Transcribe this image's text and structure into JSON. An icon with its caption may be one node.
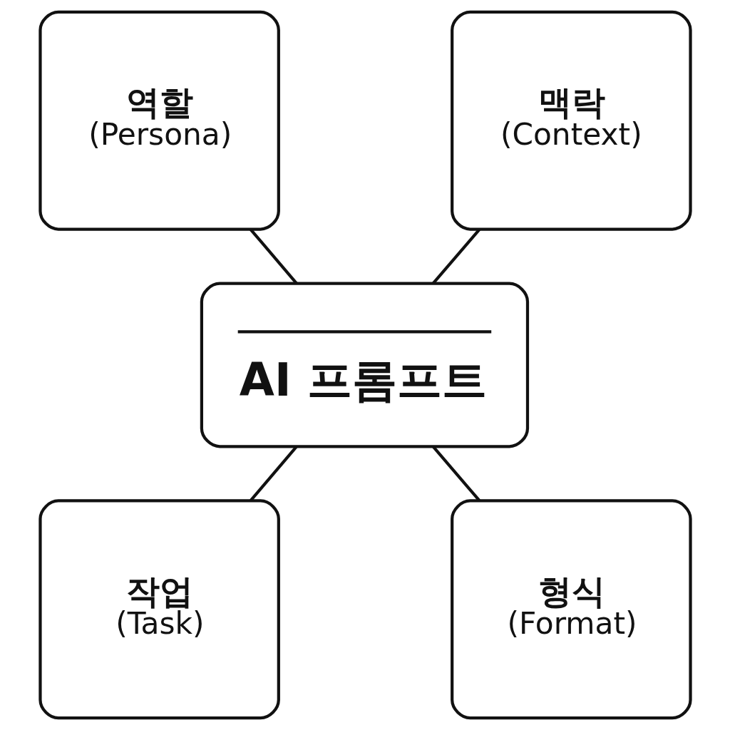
{
  "diagram": {
    "nodes": [
      {
        "text": [
          "역할",
          "(Persona)"
        ]
      },
      {
        "text": [
          "맥락",
          "(Context)"
        ]
      },
      {
        "text": [
          "AI 프롬프트"
        ]
      },
      {
        "text": [
          "작업",
          "(Task)"
        ]
      },
      {
        "text": [
          "형식",
          "(Format)"
        ]
      }
    ],
    "edges": [
      {
        "from": 0,
        "to": 2,
        "arrow": "none"
      },
      {
        "from": 1,
        "to": 2,
        "arrow": "none"
      },
      {
        "from": 2,
        "to": 3,
        "arrow": "none"
      },
      {
        "from": 2,
        "to": 4,
        "arrow": "none"
      }
    ]
  }
}
